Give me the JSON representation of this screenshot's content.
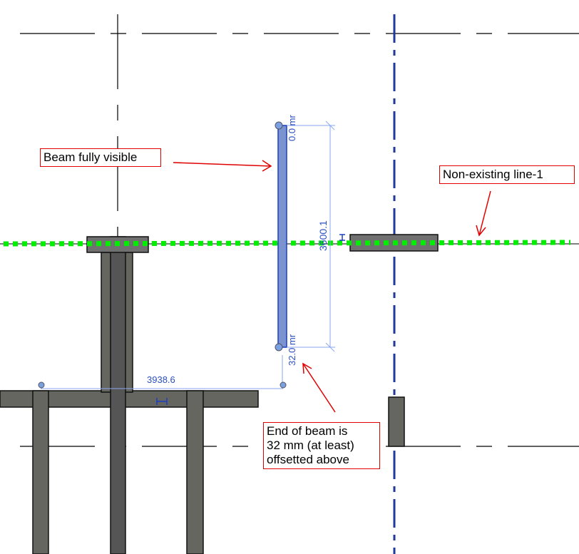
{
  "annotations": {
    "beam_visible": "Beam fully visible",
    "non_existing_line": "Non-existing line-1",
    "end_offset": [
      "End of beam is",
      "32 mm (at least)",
      "offsetted above"
    ]
  },
  "dimensions": {
    "beam_length": "3600.1",
    "top_offset": "0.0 mr",
    "bottom_offset": "32.0 mr",
    "horizontal": "3938.6"
  },
  "colors": {
    "beam_selected": "#7b93cf",
    "grid_blue": "#1f3a9a",
    "highlight_line": "#00ee00",
    "callout": "#e00000",
    "concrete": "#666660"
  }
}
